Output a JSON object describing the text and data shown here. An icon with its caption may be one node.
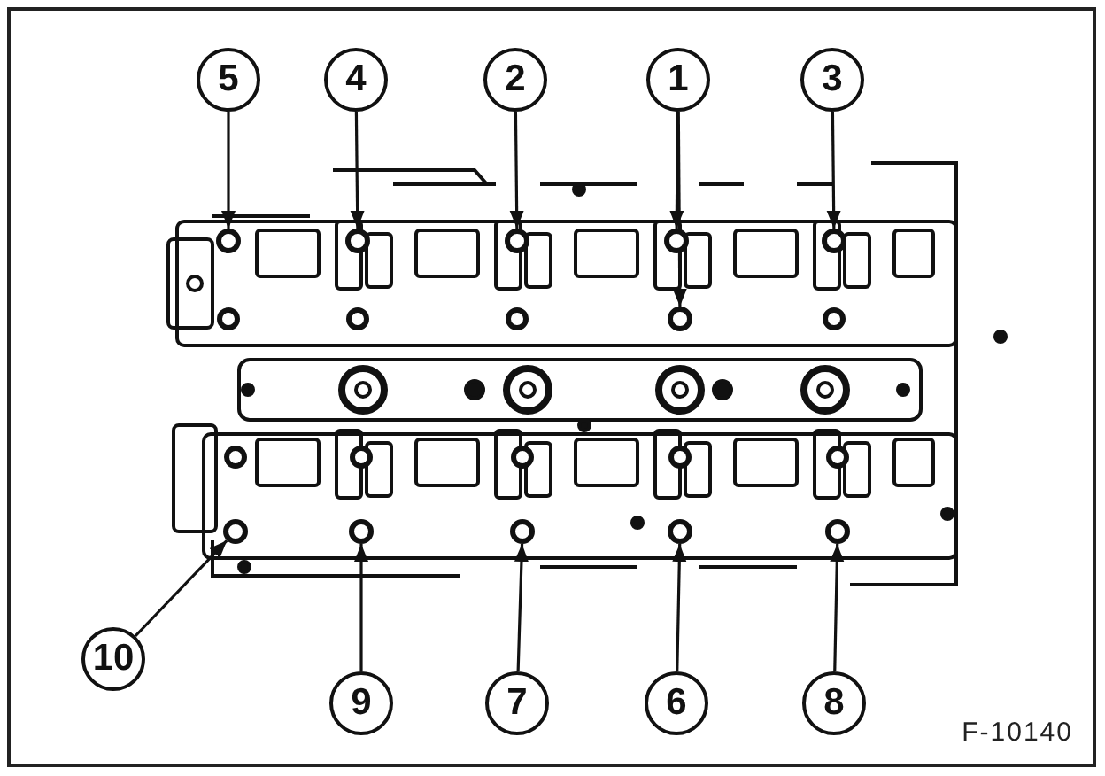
{
  "diagram": {
    "nodes": [
      {
        "text": [
          "5"
        ]
      },
      {
        "text": [
          "4"
        ]
      },
      {
        "text": [
          "2"
        ]
      },
      {
        "text": [
          "1"
        ]
      },
      {
        "text": [
          "3"
        ]
      },
      {
        "text": [
          "10"
        ]
      },
      {
        "text": [
          "9"
        ]
      },
      {
        "text": [
          "7"
        ]
      },
      {
        "text": [
          "6"
        ]
      },
      {
        "text": [
          "8"
        ]
      },
      {
        "text": [],
        "shape": "circle"
      },
      {
        "text": [],
        "shape": "circle"
      },
      {
        "text": [],
        "shape": "circle"
      },
      {
        "text": [],
        "shape": "circle"
      },
      {
        "text": [],
        "shape": "circle"
      },
      {
        "text": [],
        "shape": "circle"
      },
      {
        "text": [],
        "shape": "circle"
      },
      {
        "text": [],
        "shape": "circle"
      },
      {
        "text": [],
        "shape": "circle"
      },
      {
        "text": [],
        "shape": "circle"
      },
      {
        "text": [],
        "shape": "circle"
      }
    ],
    "edges": [
      {
        "from": 0,
        "to": 10,
        "arrow": "to"
      },
      {
        "from": 1,
        "to": 11,
        "arrow": "to"
      },
      {
        "from": 2,
        "to": 12,
        "arrow": "to"
      },
      {
        "from": 3,
        "to": 13,
        "arrow": "to"
      },
      {
        "from": 3,
        "to": 15,
        "arrow": "to"
      },
      {
        "from": 4,
        "to": 14,
        "arrow": "to"
      },
      {
        "from": 5,
        "to": 16,
        "arrow": "to"
      },
      {
        "from": 6,
        "to": 17,
        "arrow": "to"
      },
      {
        "from": 7,
        "to": 18,
        "arrow": "to"
      },
      {
        "from": 8,
        "to": 19,
        "arrow": "to"
      },
      {
        "from": 9,
        "to": 20,
        "arrow": "to"
      }
    ],
    "labels": [
      "F-10140"
    ]
  }
}
